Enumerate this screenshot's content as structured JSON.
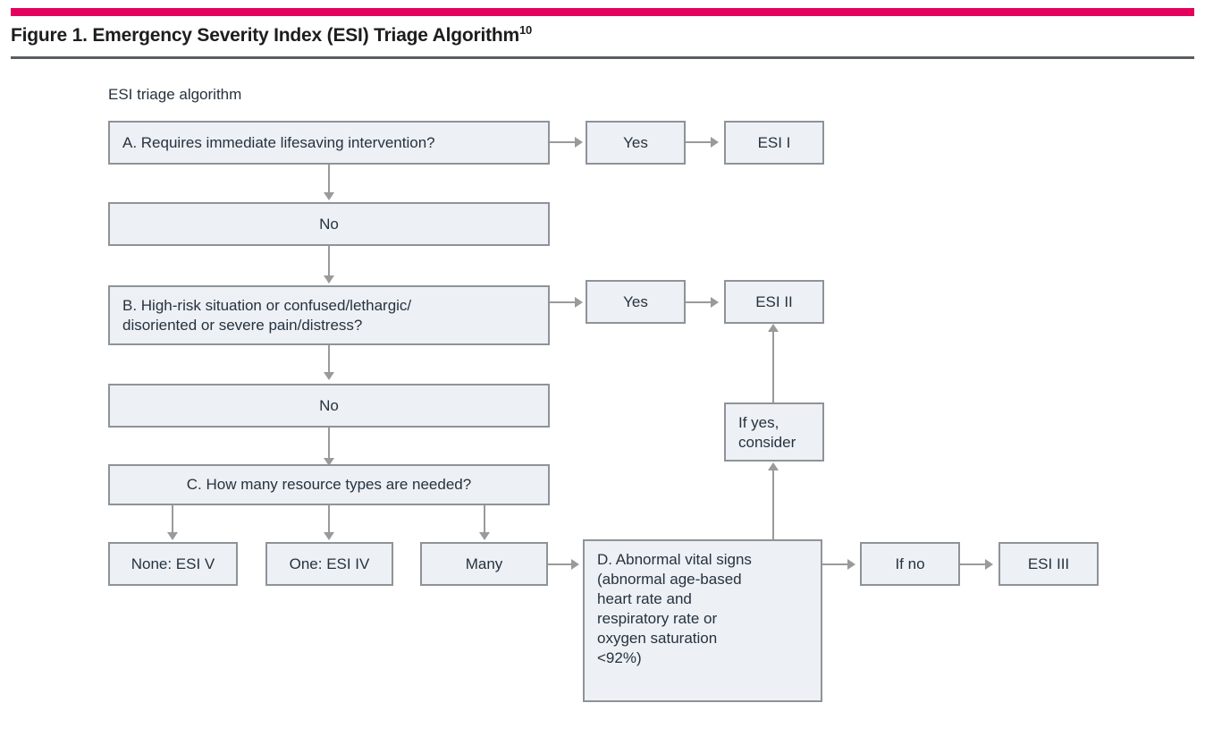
{
  "figure": {
    "accent_color": "#e4005c",
    "rule_color": "#585d62",
    "box_fill": "#edf1f5",
    "box_border": "#8e9398",
    "connector_color": "#9a9a9a",
    "text_color": "#26323f",
    "title_prefix": "Figure 1. Emergency Severity Index (ESI) Triage Algorithm",
    "title_superscript": "10",
    "subhead": "ESI triage algorithm"
  },
  "nodes": {
    "a_question": "A. Requires immediate lifesaving intervention?",
    "a_yes": "Yes",
    "esi_1": "ESI I",
    "no_1": "No",
    "b_question_line1": "B. High-risk situation or confused/lethargic/",
    "b_question_line2": "disoriented or severe pain/distress?",
    "b_yes": "Yes",
    "esi_2": "ESI II",
    "no_2": "No",
    "c_question": "C. How many resource types are needed?",
    "c_none": "None: ESI V",
    "c_one": "One: ESI IV",
    "c_many": "Many",
    "if_yes_line1": "If yes,",
    "if_yes_line2": "consider",
    "d_line1": "D. Abnormal vital signs",
    "d_line2": "(abnormal age-based",
    "d_line3": "heart rate and",
    "d_line4": "respiratory rate or",
    "d_line5": "oxygen saturation",
    "d_line6": "<92%)",
    "d_if_no": "If no",
    "esi_3": "ESI III"
  }
}
